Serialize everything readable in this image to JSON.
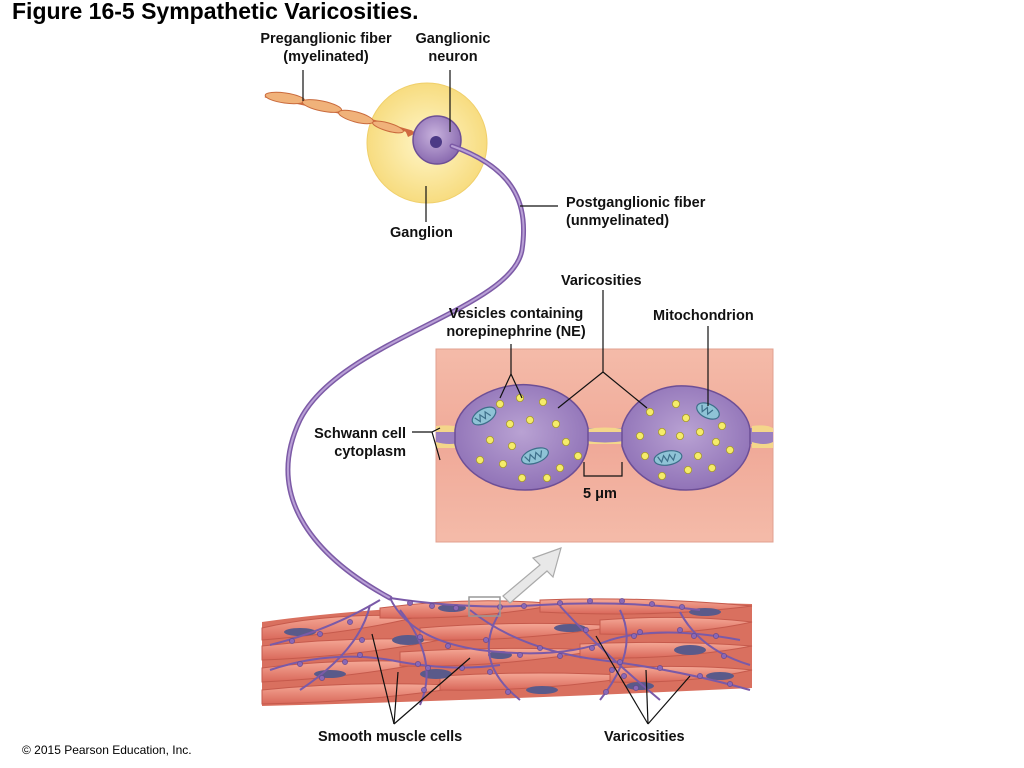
{
  "title": "Figure 16-5 Sympathetic Varicosities.",
  "copyright": "© 2015 Pearson Education, Inc.",
  "labels": {
    "preganglionic": {
      "line1": "Preganglionic fiber",
      "line2": "(myelinated)"
    },
    "ganglionic_neuron": {
      "line1": "Ganglionic",
      "line2": "neuron"
    },
    "ganglion": "Ganglion",
    "postganglionic": {
      "line1": "Postganglionic fiber",
      "line2": "(unmyelinated)"
    },
    "varicosities_top": "Varicosities",
    "vesicles": {
      "line1": "Vesicles containing",
      "line2": "norepinephrine (NE)"
    },
    "mitochondrion": "Mitochondrion",
    "schwann": {
      "line1": "Schwann cell",
      "line2": "cytoplasm"
    },
    "scale": "5 μm",
    "smooth_muscle": "Smooth muscle cells",
    "varicosities_bottom": "Varicosities"
  },
  "colors": {
    "ganglion": "#fbe9a0",
    "neuron": "#a98bc4",
    "fiber": "#9b7fbf",
    "myelin": "#e8a06a",
    "muscle": "#e98a78",
    "inset_bg": "#f2b3a3",
    "vesicle": "#f5ec6a",
    "mitochondrion": "#8fc3d6"
  }
}
